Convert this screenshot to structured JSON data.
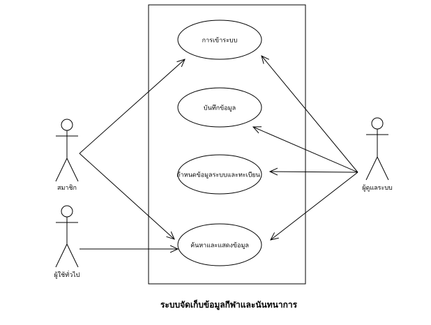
{
  "system": {
    "caption": "ระบบจัดเก็บข้อมูลกีฬาและนันทนาการ"
  },
  "use_cases": [
    {
      "id": "login",
      "label": "การเข้าระบบ"
    },
    {
      "id": "record",
      "label": "บันทึกข้อมูล"
    },
    {
      "id": "setup",
      "label": "กำหนดข้อมูลระบบและทะเบียน"
    },
    {
      "id": "search",
      "label": "ค้นหาและแสดงข้อมูล"
    }
  ],
  "actors": [
    {
      "id": "member",
      "label": "สมาชิก"
    },
    {
      "id": "general-user",
      "label": "ผู้ใช้ทั่วไป"
    },
    {
      "id": "admin",
      "label": "ผู้ดูแลระบบ"
    }
  ],
  "associations": [
    {
      "from": "member",
      "to": "login"
    },
    {
      "from": "member",
      "to": "search"
    },
    {
      "from": "general-user",
      "to": "search"
    },
    {
      "from": "admin",
      "to": "login"
    },
    {
      "from": "admin",
      "to": "record"
    },
    {
      "from": "admin",
      "to": "setup"
    },
    {
      "from": "admin",
      "to": "search"
    }
  ]
}
